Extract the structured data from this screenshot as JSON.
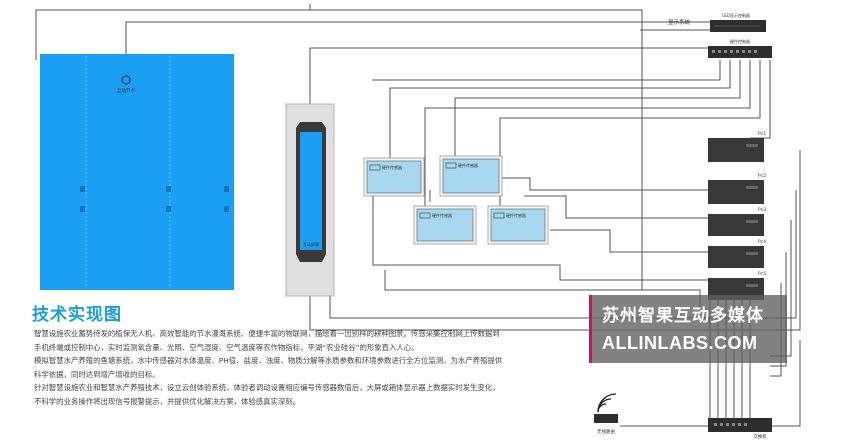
{
  "labels": {
    "display_system": "显示系统",
    "led_controller": "LED显示控制器",
    "hardware_controller": "硬件控制器",
    "sensor_1": "硬件传感器",
    "sensor_2": "硬件传感器",
    "sensor_3": "硬件传感器",
    "sensor_4": "硬件传感器",
    "pc_1": "Pc1",
    "pc_2": "Pc2",
    "pc_3": "Pc3",
    "pc_4": "Pc4",
    "pc_5": "Pc5",
    "left_node": "互动节点",
    "capsule_screen": "互动屏幕",
    "wifi_router": "无线路由",
    "switch_box": "交换机"
  },
  "article": {
    "heading": "技术实现图",
    "lines": [
      "智慧设施农业蓄势待发的植保无人机、高效智能的节水灌溉系统、便捷丰富的物联网，描绘着一出别样的耕种图景。传感采集控制网上传数据到",
      "手机终端或控制中心，实时监测氧含量、光照、空气湿度、空气温度等农作物指标，平湖“农业硅谷”的形象直入人心。",
      "模拟智慧水产养殖的鱼塘系统，水中传感器对水体温度、PH值、盐度、浊度、物质分解等水质参数和环境参数进行全方位监测，为水产养殖提供",
      "科学依据，同时达到增产增收的目标。",
      "针对智慧设施农业和智慧水产养殖技术，设立云创体验系统，体验者调动设置相应编号传感器数值后，大屏或箱体显示器上数据实时发生变化，",
      "不科学的业务操作将出现信号报警提示，并提供优化解决方案，体验感真实深刻。"
    ]
  },
  "watermark": {
    "line1": "苏州智果互动多媒体",
    "line2": "ALLINLABS.COM"
  },
  "colors": {
    "blue_panel": "#1a9ff5",
    "sensor_screen": "#a8d8ef",
    "hardware": "#3a3a3a",
    "accent": "#1d9fd6"
  }
}
